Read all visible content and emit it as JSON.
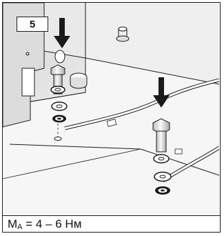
{
  "step": {
    "number": "5"
  },
  "caption": {
    "symbol": "M",
    "subscript": "A",
    "value": "= 4 – 6 Нм"
  },
  "colors": {
    "ink": "#1a1a1a",
    "panel": "#e3e3e3",
    "panel_dark": "#cfcfcf",
    "floor": "#f2f2f2",
    "metal_light": "#f4f4f4",
    "metal_mid": "#cfcfcf"
  },
  "icons": [
    "arrow-down-icon",
    "bolt-icon",
    "washer-icon",
    "ground-strap-icon"
  ]
}
